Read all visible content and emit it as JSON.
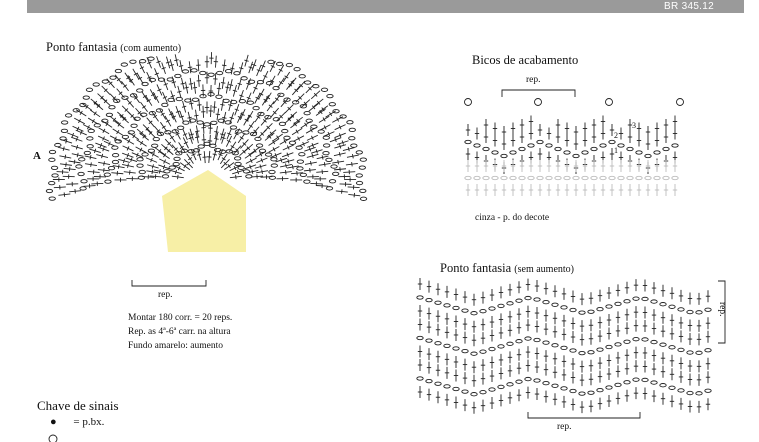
{
  "header": {
    "code": "BR 345.12"
  },
  "chart1": {
    "title": "Ponto fantasia",
    "subtitle": "(com aumento)",
    "marker": "A",
    "rep_label": "rep.",
    "notes": [
      "Montar 180 corr. = 20 reps.",
      "Rep. as 4ª-6ª carr. na altura",
      "Fundo amarelo: aumento"
    ],
    "highlight_color": "#f7efa6"
  },
  "chart2": {
    "title": "Bicos de acabamento",
    "rep_label": "rep.",
    "row_markers": [
      "3",
      "2",
      "1"
    ],
    "legend": "cinza - p. do decote",
    "gray_color": "#bdbdbd"
  },
  "chart3": {
    "title": "Ponto fantasia",
    "subtitle": "(sem aumento)",
    "rep_label_bottom": "rep.",
    "rep_label_side": "rep."
  },
  "key": {
    "title": "Chave de sinais",
    "items": [
      {
        "symbol": "dot-symbol",
        "text": "= p.bx."
      },
      {
        "symbol": "chain-symbol",
        "text": ""
      }
    ]
  }
}
